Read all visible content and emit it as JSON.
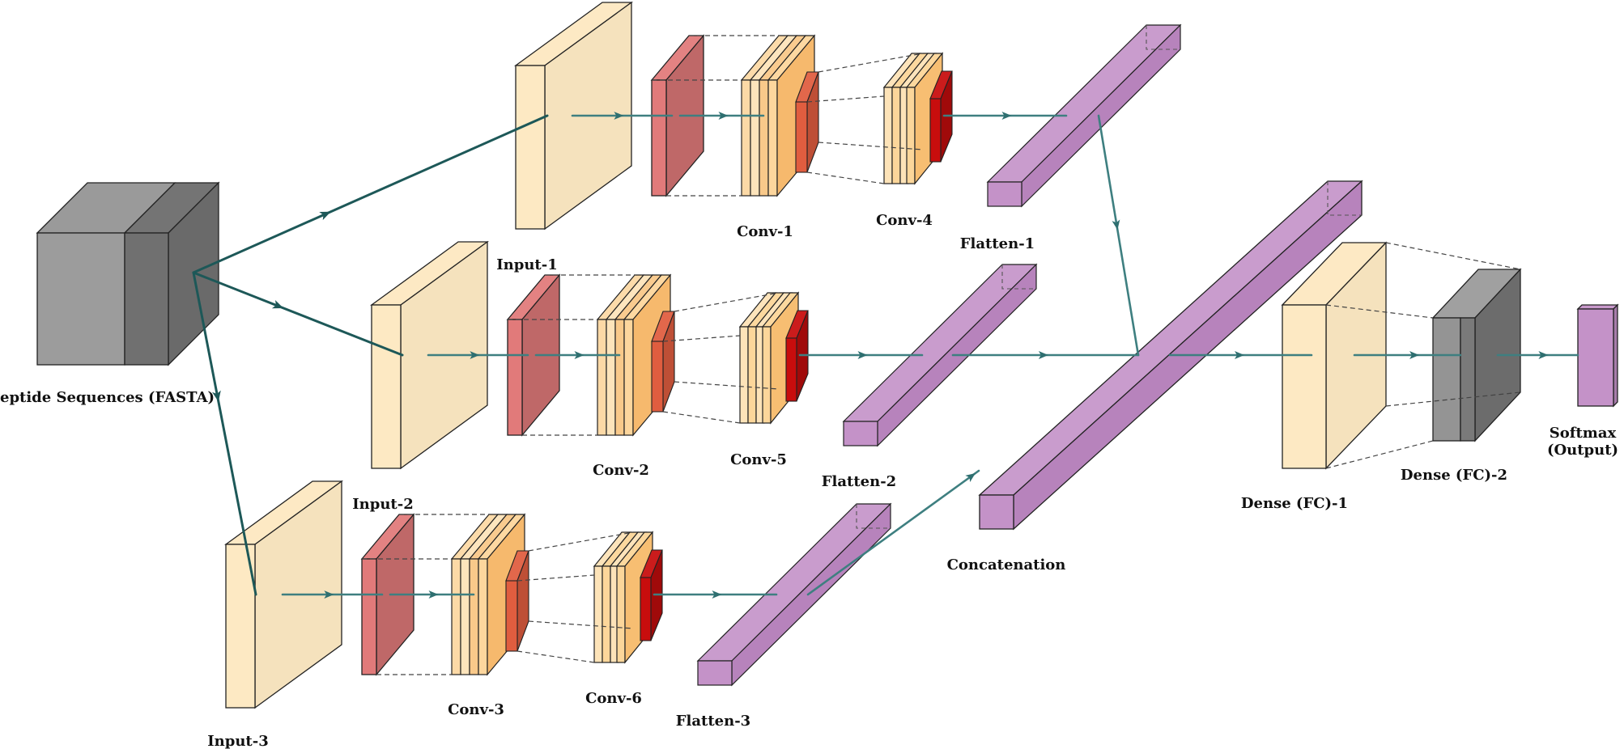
{
  "diagram": {
    "labels": {
      "input_seq": "Peptide Sequences (FASTA)",
      "input1": "Input-1",
      "input2": "Input-2",
      "input3": "Input-3",
      "conv1": "Conv-1",
      "conv2": "Conv-2",
      "conv3": "Conv-3",
      "conv4": "Conv-4",
      "conv5": "Conv-5",
      "conv6": "Conv-6",
      "flatten1": "Flatten-1",
      "flatten2": "Flatten-2",
      "flatten3": "Flatten-3",
      "concat": "Concatenation",
      "dense1": "Dense (FC)-1",
      "dense2": "Dense (FC)-2",
      "softmax_line1": "Softmax",
      "softmax_line2": "(Output)"
    },
    "colors": {
      "input_layer": "#fde9c3",
      "conv_filter": "#e17a7a",
      "conv_block": "#fcd8a3",
      "conv_inner": "#e05d3f",
      "pool_inner": "#c80d0d",
      "flatten": "#c492c8",
      "dense2": "#8d8d8d",
      "cube": "#9a9a9a",
      "arrow": "#3e7f80"
    }
  }
}
